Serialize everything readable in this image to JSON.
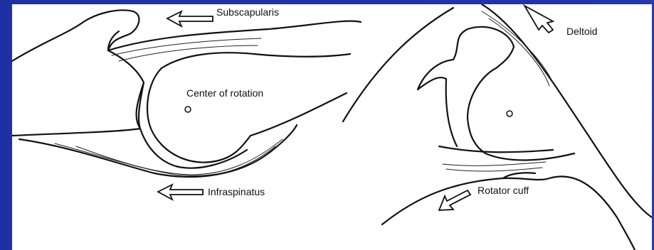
{
  "colors": {
    "background": "#2333a8",
    "panel": "#ffffff",
    "ink": "#111111"
  },
  "labels": {
    "subscapularis": "Subscapularis",
    "center_of_rotation": "Center of rotation",
    "infraspinatus": "Infraspinatus",
    "deltoid": "Deltoid",
    "rotator_cuff": "Rotator cuff"
  }
}
